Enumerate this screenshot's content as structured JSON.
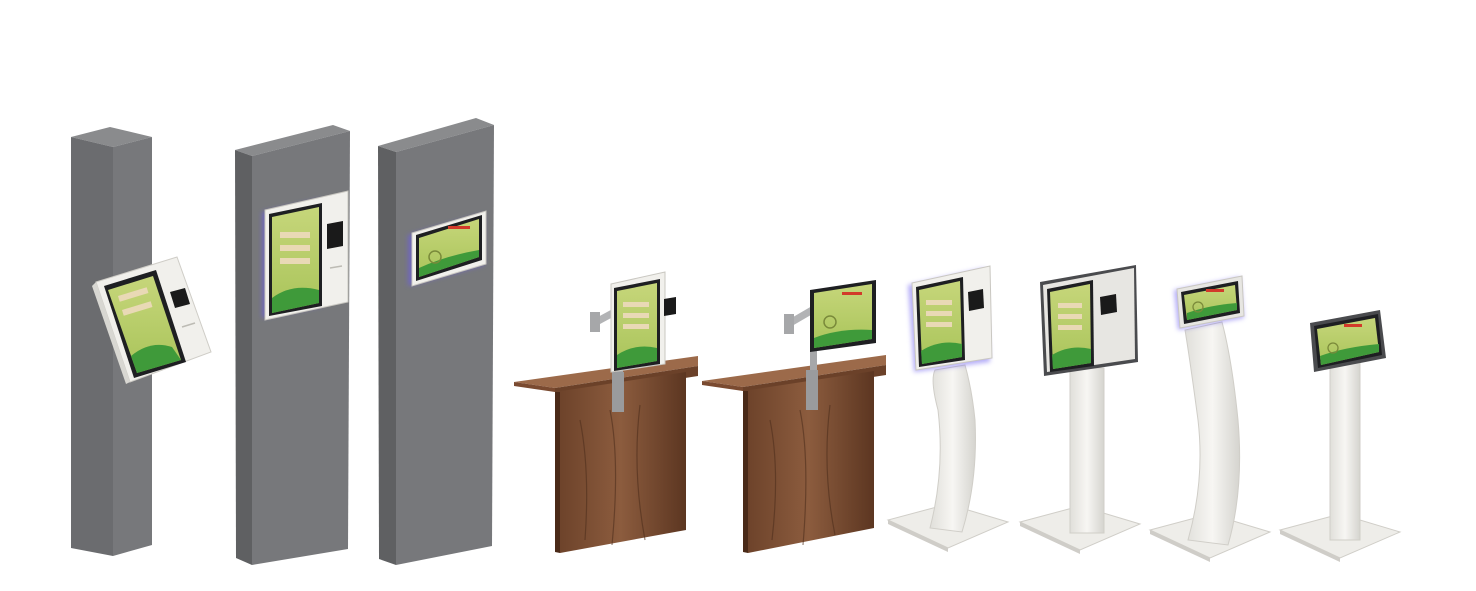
{
  "scene": {
    "description_label": "",
    "background": "#ffffff"
  },
  "palette": {
    "pillar_front": "#76777a",
    "pillar_side": "#5f6062",
    "pillar_top": "#8a8b8d",
    "screen_green": "#b9cf6a",
    "screen_hill": "#3f9a3a",
    "screen_frame": "#1e1f22",
    "housing_white": "#f1f0ec",
    "housing_shade": "#d8d7d2",
    "wood_light": "#8a5a3c",
    "wood_dark": "#5e3822",
    "wood_top": "#9c6a4a",
    "metal_grey": "#9a9b9d",
    "stand_white": "#f4f3f0",
    "stand_shade": "#dcdbd6",
    "led_glow": "#6a5cf0",
    "button_beige": "#e9d9b5",
    "accent_red": "#d23a2a"
  },
  "kiosks": [
    {
      "id": "wall-column-tilted",
      "icon": "column-mounted-kiosk-icon"
    },
    {
      "id": "wall-panel-portrait",
      "icon": "wall-mounted-kiosk-icon"
    },
    {
      "id": "wall-panel-landscape",
      "icon": "wall-mounted-kiosk-icon"
    },
    {
      "id": "desk-arm-portrait",
      "icon": "desk-arm-kiosk-icon"
    },
    {
      "id": "desk-arm-landscape",
      "icon": "desk-arm-kiosk-icon"
    },
    {
      "id": "floor-curved-portrait",
      "icon": "floor-stand-kiosk-icon"
    },
    {
      "id": "floor-straight-portrait",
      "icon": "floor-stand-kiosk-icon"
    },
    {
      "id": "floor-curved-landscape",
      "icon": "floor-stand-kiosk-icon"
    },
    {
      "id": "floor-straight-landscape",
      "icon": "floor-stand-kiosk-icon"
    }
  ]
}
